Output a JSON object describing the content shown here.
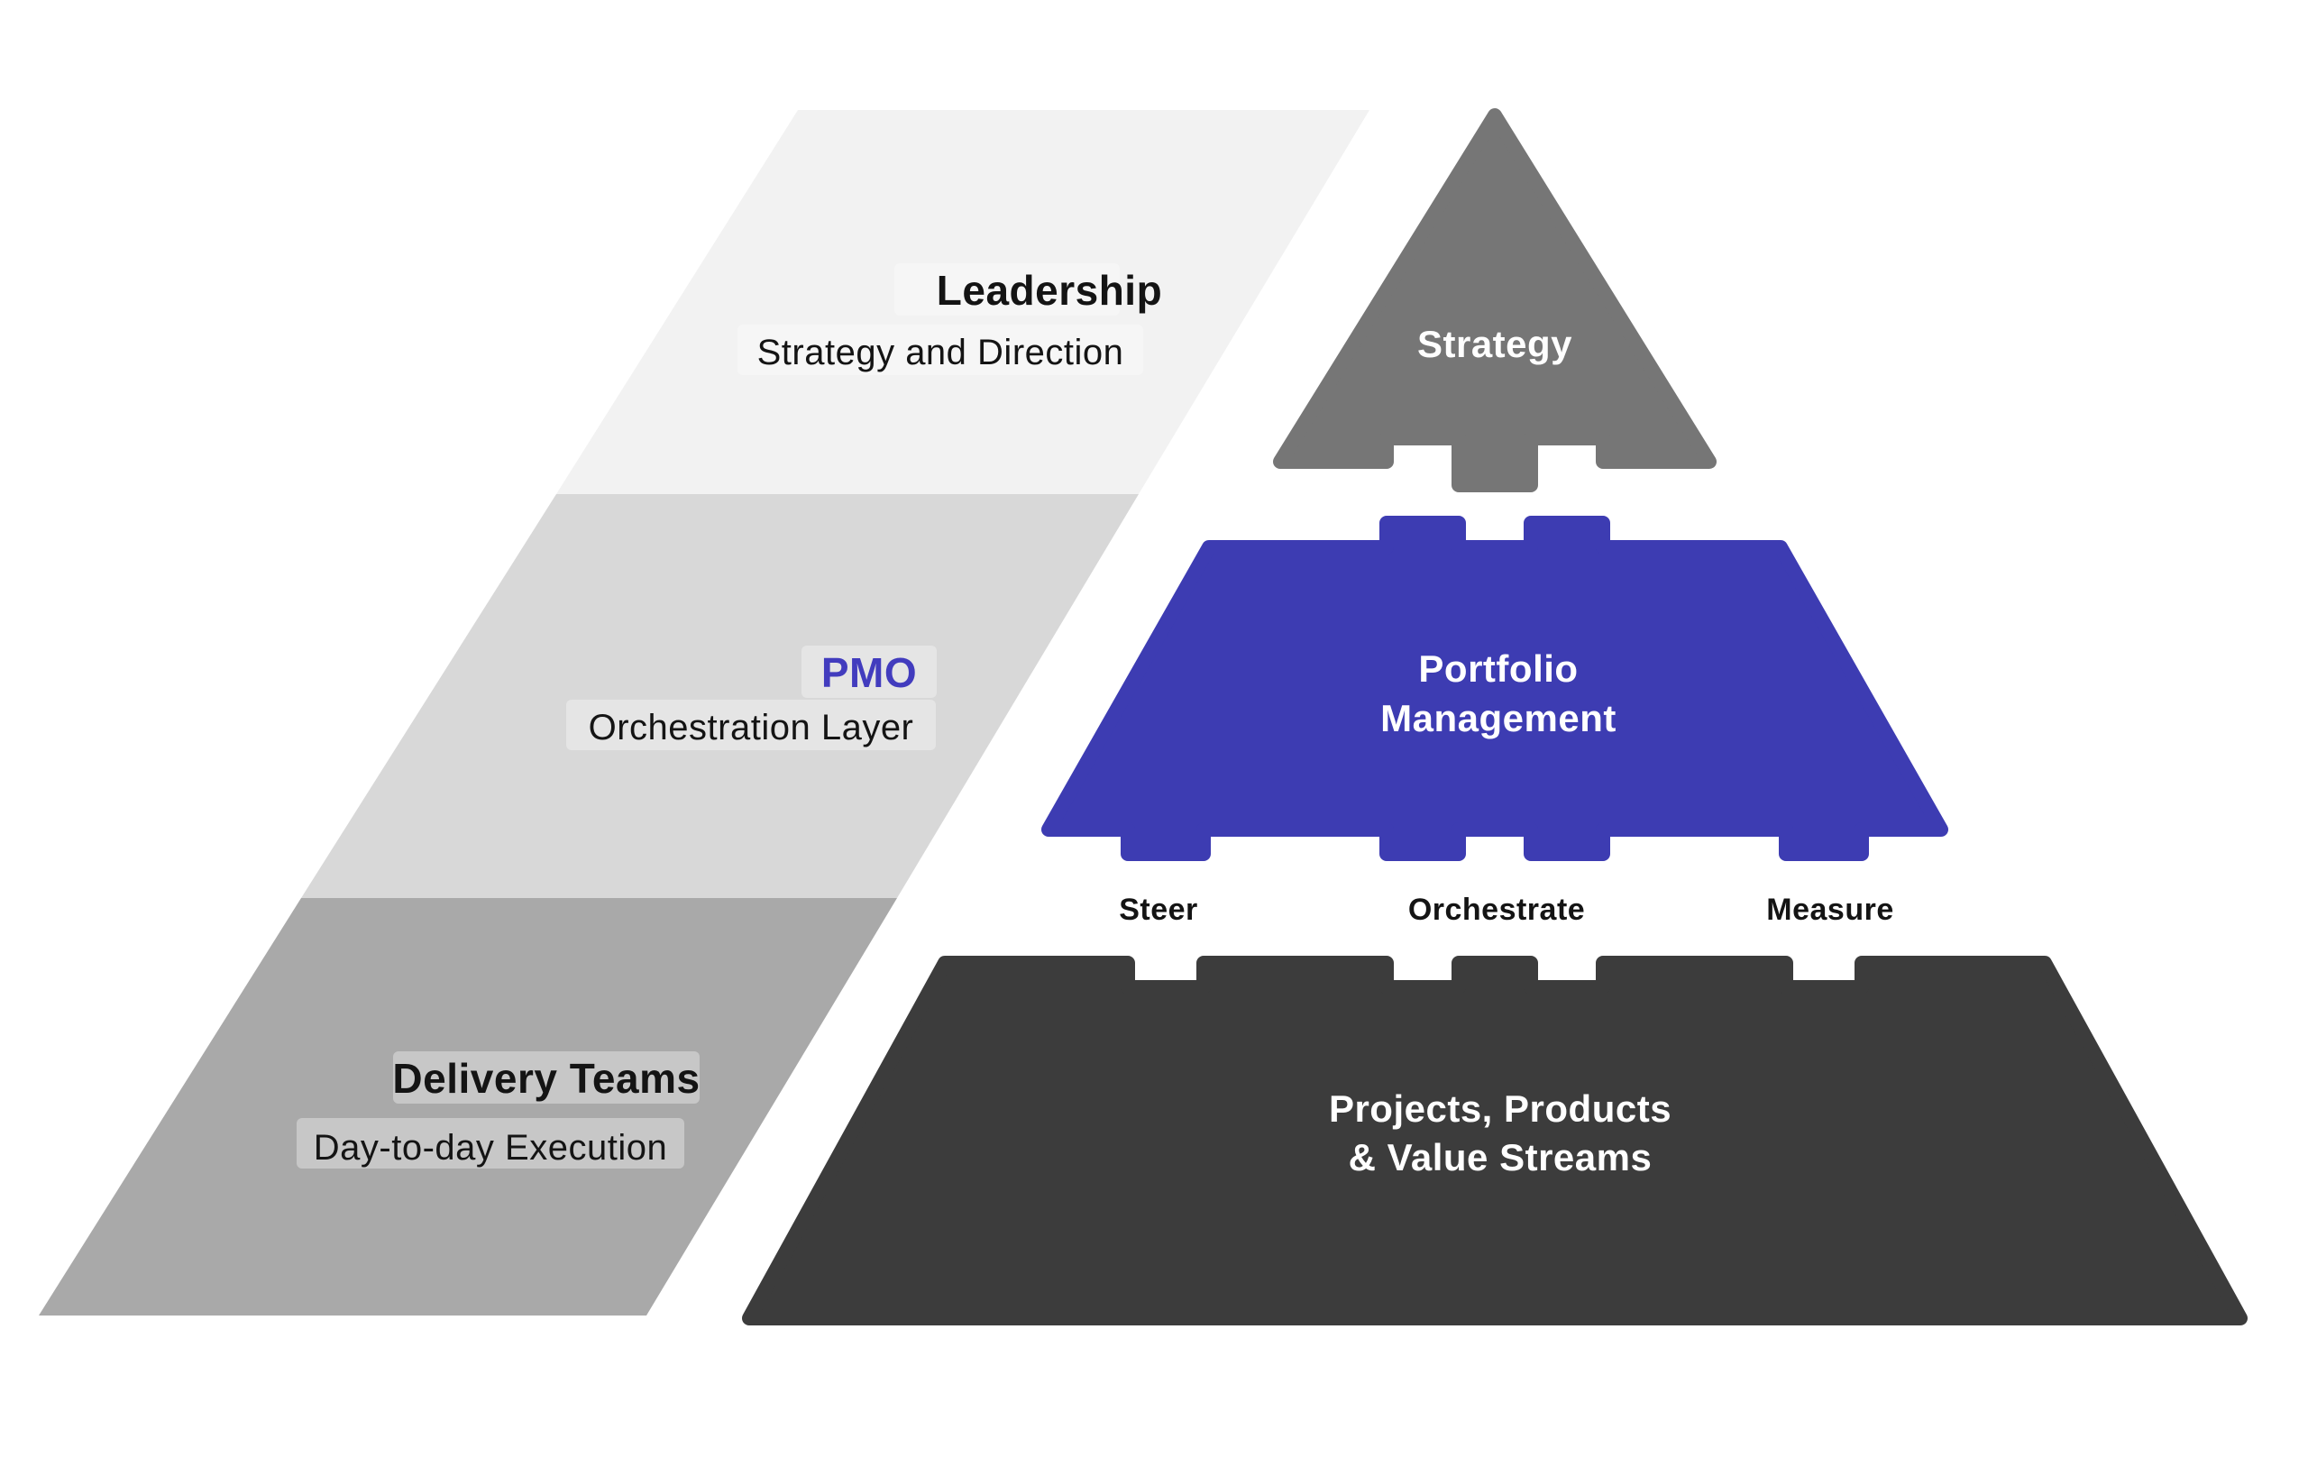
{
  "diagram": {
    "background": "#ffffff",
    "text_color": "#141414",
    "left_panel": {
      "bands": [
        {
          "title": "Leadership",
          "subtitle": "Strategy and Direction",
          "fill": "#F2F2F2",
          "title_color": "#141414"
        },
        {
          "title": "PMO",
          "subtitle": "Orchestration Layer",
          "fill": "#D8D8D8",
          "title_color": "#423CBE"
        },
        {
          "title": "Delivery Teams",
          "subtitle": "Day-to-day Execution",
          "fill": "#A9A9A9",
          "title_color": "#141414"
        }
      ]
    },
    "pyramid": {
      "top": {
        "label": "Strategy",
        "fill": "#767676",
        "text_color": "#FFFFFF"
      },
      "middle": {
        "label_line1": "Portfolio",
        "label_line2": "Management",
        "fill": "#3D3CB2",
        "text_color": "#FFFFFF"
      },
      "connector_labels": [
        "Steer",
        "Orchestrate",
        "Measure"
      ],
      "connector_color": "#141414",
      "bottom": {
        "label_line1": "Projects, Products",
        "label_line2": "& Value Streams",
        "fill": "#3C3C3C",
        "text_color": "#FFFFFF"
      }
    }
  }
}
